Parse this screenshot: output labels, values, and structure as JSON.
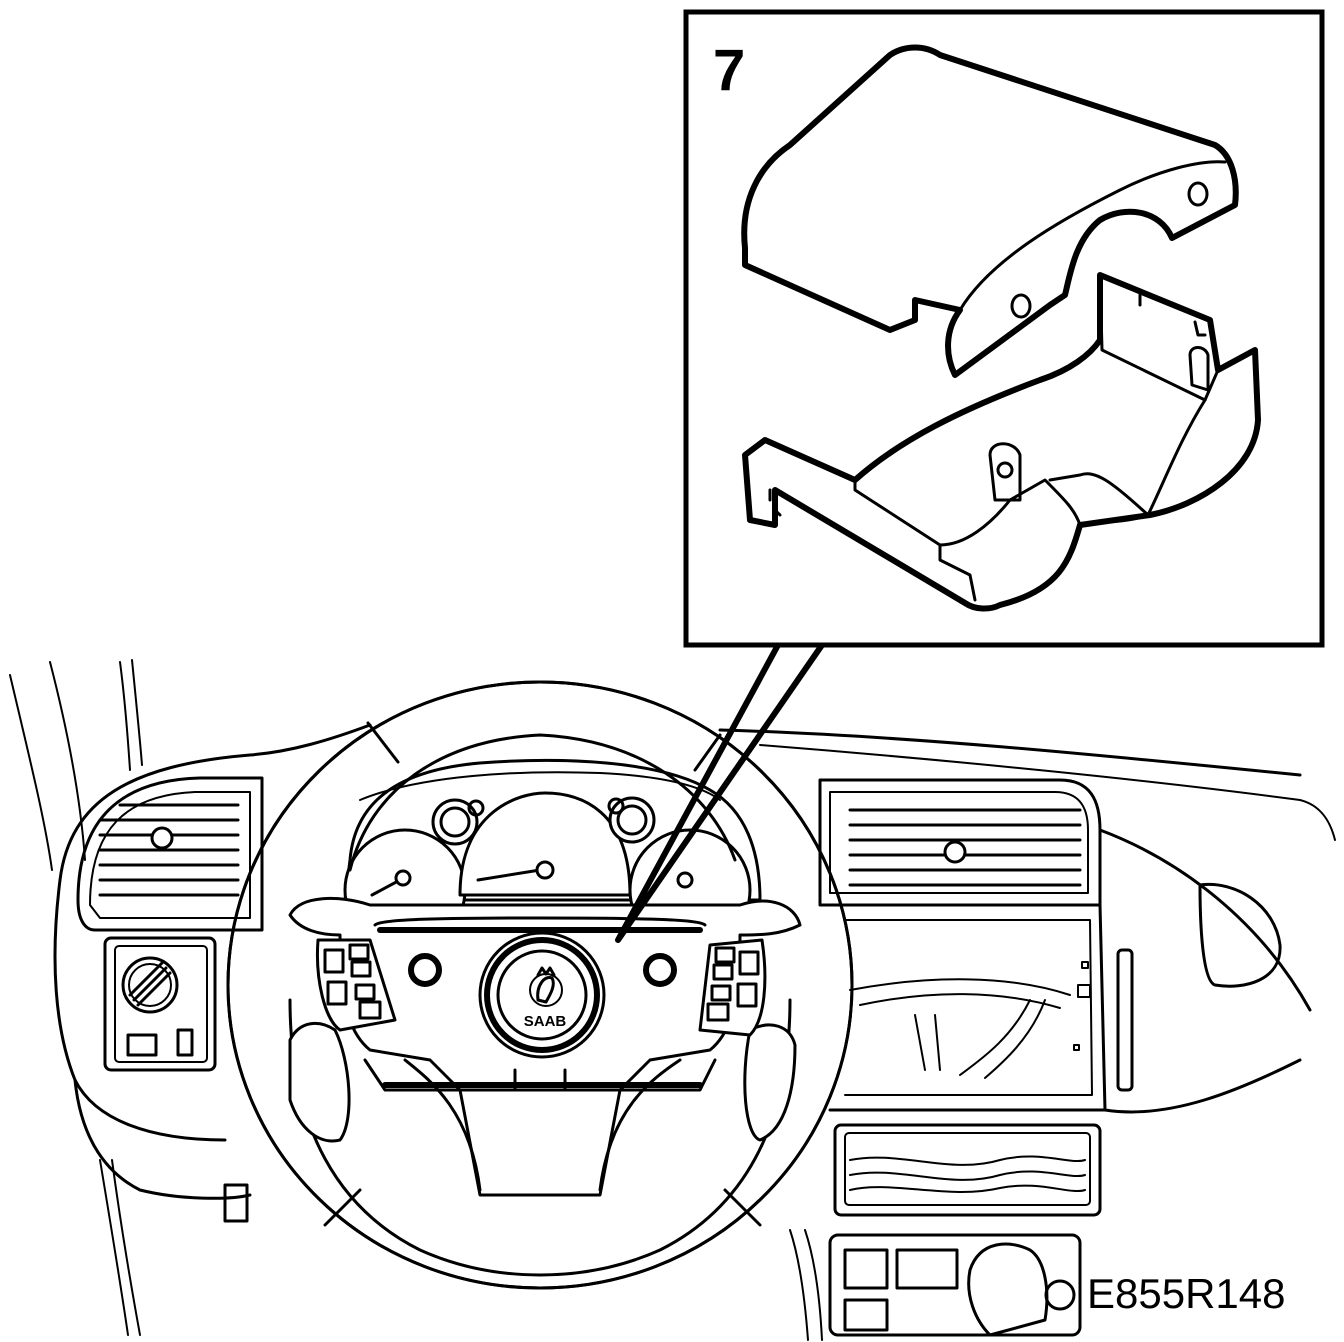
{
  "figure": {
    "step_number": "7",
    "figure_code": "E855R148",
    "logo_text": "SAAB"
  }
}
